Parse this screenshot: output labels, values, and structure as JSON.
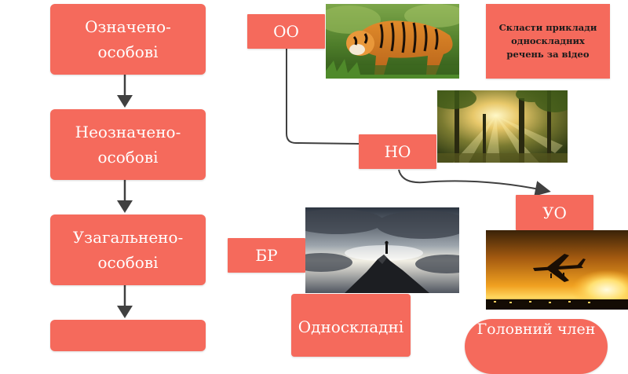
{
  "main_boxes": [
    {
      "line1": "Означено-",
      "line2": "особові"
    },
    {
      "line1": "Неозначено-",
      "line2": "особові"
    },
    {
      "line1": "Узагальнено-",
      "line2": "особові"
    }
  ],
  "labels": {
    "oo": "ОО",
    "no": "НО",
    "uo": "УО",
    "br": "БР"
  },
  "task": {
    "line1": "Скласти приклади",
    "line2": "односкладних",
    "line3": "речень за відео"
  },
  "bottom_box": "Односкладні",
  "bottom_oval": "Головний член",
  "colors": {
    "box_fill": "#f56a5c",
    "box_text": "#ffffff",
    "connector": "#404040"
  },
  "images": [
    "tiger-photo",
    "sunlit-forest-photo",
    "mountain-peak-photo",
    "airplane-sunset-photo"
  ]
}
